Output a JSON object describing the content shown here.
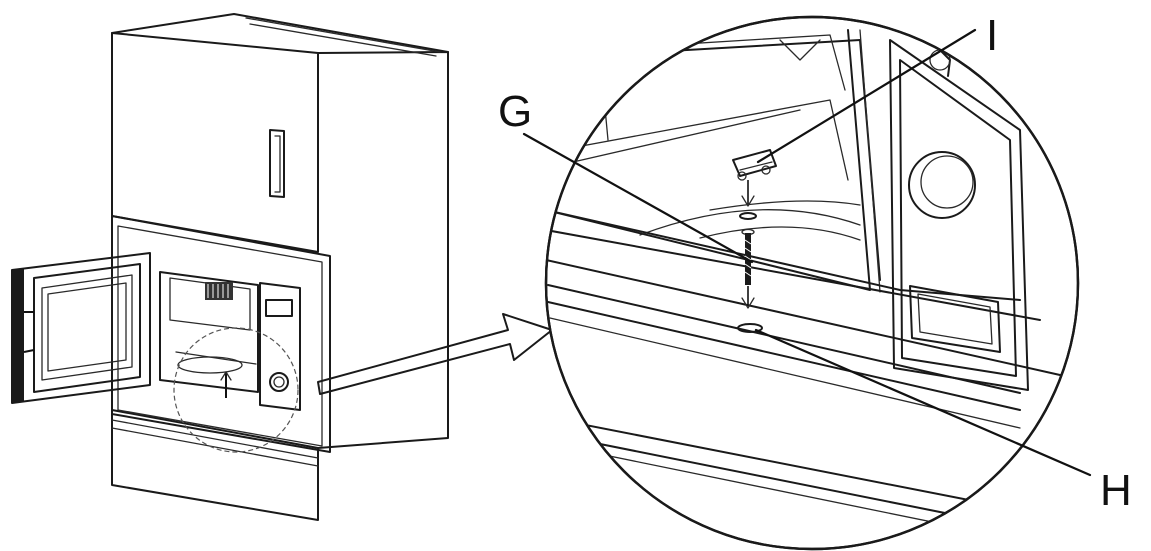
{
  "callouts": {
    "g": "G",
    "h": "H",
    "i": "I"
  },
  "colors": {
    "line": "#1a1a1a",
    "background": "#ffffff"
  },
  "icons": [
    "oven-cabinet-drawing",
    "magnifier-arrow",
    "fixing-screw",
    "fixing-bracket",
    "screw-hole"
  ]
}
